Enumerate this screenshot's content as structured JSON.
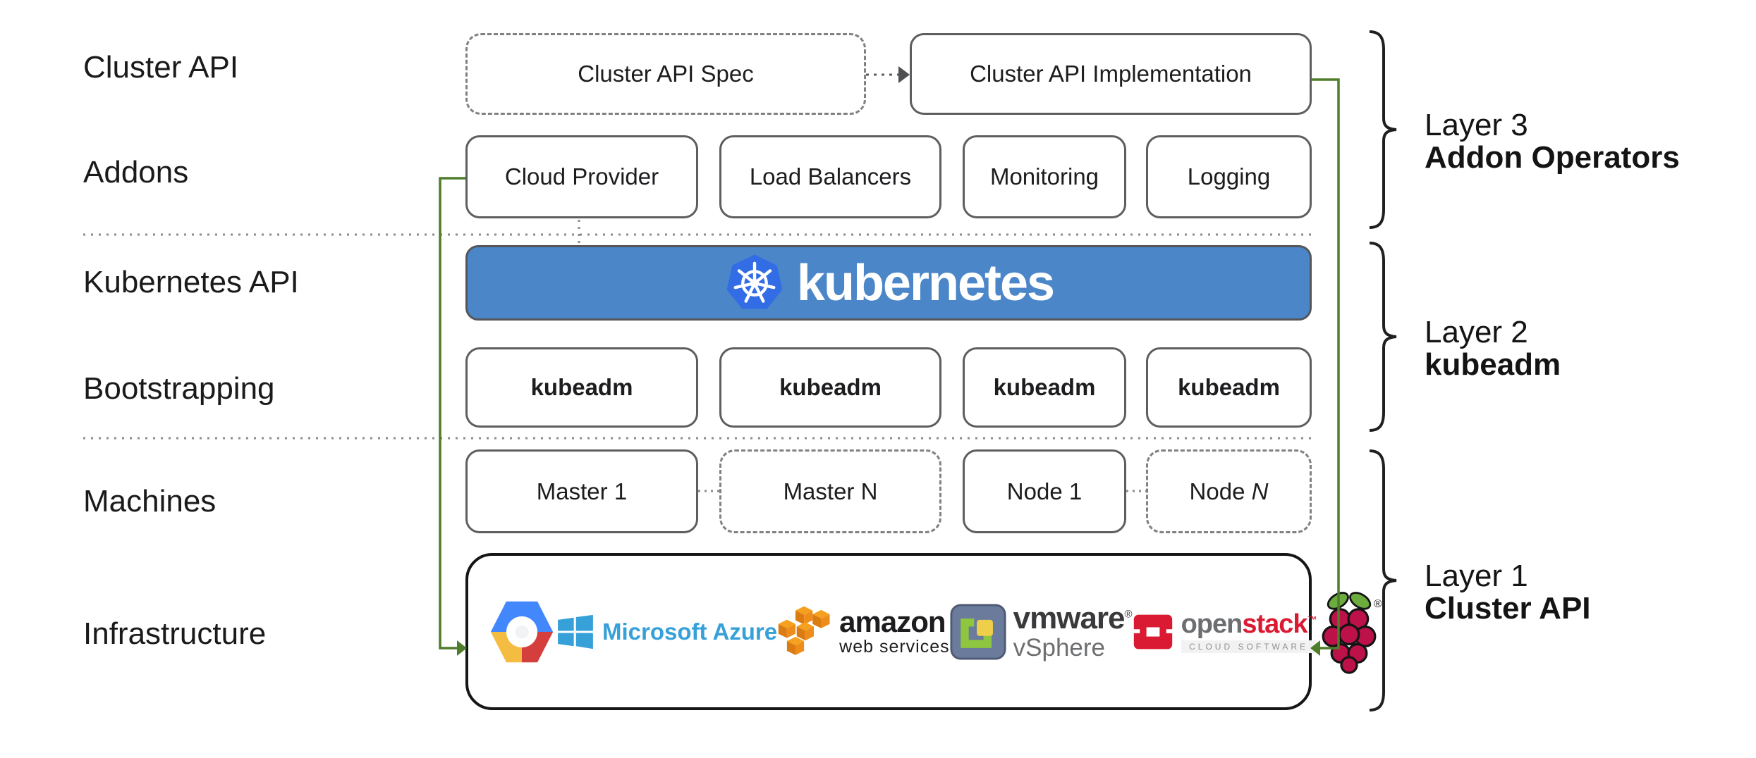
{
  "colors": {
    "banner-blue": "#4a86c8",
    "k8s-logo-blue": "#326de6",
    "line-green": "#4f7d2a",
    "border-gray": "#5c5e60",
    "dash-gray": "#7f8184",
    "dot-gray": "#8b8b8b",
    "bracket-black": "#1f1f1f",
    "infra-border": "#161616",
    "azure-blue": "#36a0d9",
    "vmware-dark": "#3a3a3c",
    "vmware-gray": "#6d6e70",
    "openstack-red": "#da1a32",
    "openstack-gray": "#6d6e71",
    "rpi-crimson": "#bc1149",
    "rpi-green": "#6cab3d",
    "gcp-blue": "#4387fd",
    "gcp-red": "#d43f3e",
    "gcp-yellow": "#f4bd42"
  },
  "left_labels": [
    "Cluster API",
    "Addons",
    "Kubernetes API",
    "Bootstrapping",
    "Machines",
    "Infrastructure"
  ],
  "cluster_api": {
    "spec": "Cluster API Spec",
    "implementation": "Cluster API Implementation"
  },
  "addons": [
    "Cloud Provider",
    "Load Balancers",
    "Monitoring",
    "Logging"
  ],
  "kubernetes": {
    "wordmark": "kubernetes"
  },
  "bootstrapping": [
    "kubeadm",
    "kubeadm",
    "kubeadm",
    "kubeadm"
  ],
  "machines": [
    {
      "prefix": "Master ",
      "n": "1"
    },
    {
      "prefix": "Master ",
      "n": "N"
    },
    {
      "prefix": "Node ",
      "n": "1"
    },
    {
      "prefix": "Node ",
      "n": "N"
    }
  ],
  "infrastructure": {
    "providers": [
      {
        "name": "google-cloud-platform"
      },
      {
        "name": "microsoft-azure",
        "text": "Microsoft Azure"
      },
      {
        "name": "amazon-web-services",
        "line1": "amazon",
        "line2": "web services"
      },
      {
        "name": "vmware-vsphere",
        "line1": "vmware",
        "reg": "®",
        "line2": "vSphere"
      },
      {
        "name": "openstack",
        "word1": "open",
        "word2": "stack",
        "tm": "™",
        "sub": "CLOUD SOFTWARE"
      },
      {
        "name": "raspberry-pi",
        "reg": "®"
      }
    ]
  },
  "layers": [
    {
      "line1": "Layer 3",
      "line2": "Addon Operators"
    },
    {
      "line1": "Layer 2",
      "line2": "kubeadm"
    },
    {
      "line1": "Layer 1",
      "line2": "Cluster API"
    }
  ]
}
